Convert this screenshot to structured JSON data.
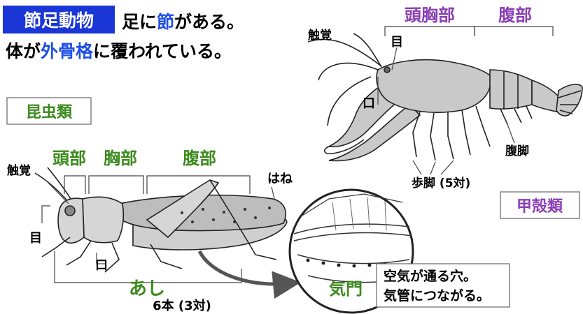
{
  "header": {
    "title_box": "節足動物",
    "line1_a": "足に",
    "line1_hl": "節",
    "line1_b": "がある。",
    "line2_a": "体が",
    "line2_hl": "外骨格",
    "line2_b": "に覆われている。"
  },
  "insect": {
    "category": "昆虫類",
    "labels": {
      "antenna": "触覚",
      "head": "頭部",
      "thorax": "胸部",
      "abdomen": "腹部",
      "wing": "はね",
      "eye": "目",
      "mouth": "口",
      "legs": "あし",
      "legs_count": "6本 (3対)"
    }
  },
  "crustacean": {
    "category": "甲殻類",
    "labels": {
      "cephalothorax": "頭胸部",
      "abdomen": "腹部",
      "antenna": "触覚",
      "eye": "目",
      "mouth": "口",
      "swimmerets": "腹脚",
      "walking_legs": "歩脚 (5対)"
    }
  },
  "spiracle": {
    "label": "気門",
    "note_line1": "空気が通る穴。",
    "note_line2": "気管につながる。"
  },
  "colors": {
    "title_bg": "#1a36d6",
    "highlight_blue": "#1f4fe6",
    "green": "#3c8a1e",
    "purple": "#8a3fb4",
    "body_gray": "#c9c9c9"
  }
}
